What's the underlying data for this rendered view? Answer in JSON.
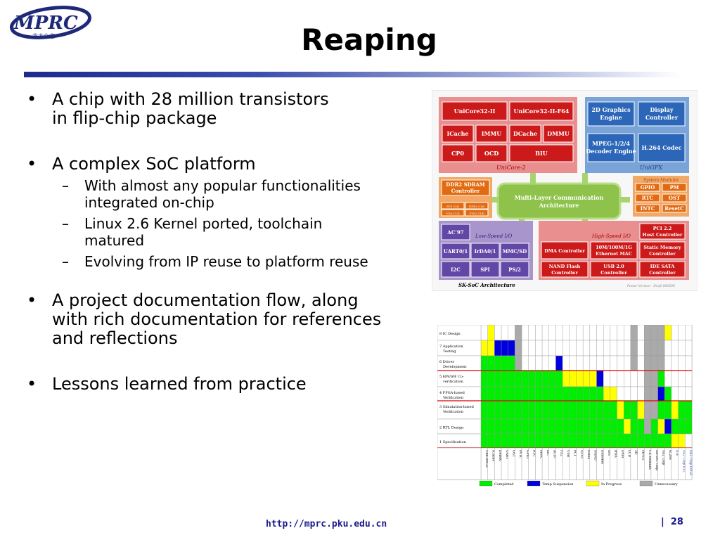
{
  "header": {
    "title": "Reaping",
    "logo_text": "MPRC",
    "logo_subtext": "北大众志"
  },
  "bullets": [
    {
      "text": "A chip with 28 million transistors",
      "text2": "in flip-chip package"
    },
    {
      "text": "A complex SoC platform",
      "subs": [
        {
          "text": "With almost any popular functionalities",
          "text2": "integrated on-chip"
        },
        {
          "text": "Linux 2.6 Kernel ported, toolchain",
          "text2": "matured"
        },
        {
          "text": "Evolving from IP reuse to platform reuse"
        }
      ]
    },
    {
      "text": "A project documentation flow, along",
      "text2": "with rich documentation for references",
      "text3": "and reflections"
    },
    {
      "text": "Lessons learned from practice"
    }
  ],
  "soc": {
    "unicore_label": "UniCore-2",
    "unicore_blocks": [
      "UniCore32-II",
      "UniCore32-II-F64",
      "ICache",
      "IMMU",
      "DCache",
      "DMMU",
      "CP0",
      "OCD",
      "BIU"
    ],
    "unigfx_label": "UniGFX",
    "unigfx_blocks": [
      "2D Graphics",
      "Engine",
      "Display",
      "Controller",
      "MPEG-1/2/4",
      "Decoder Engine",
      "H.264 Codec"
    ],
    "bus_line1": "Multi-Layer Communication",
    "bus_line2": "Architecture",
    "ddr_line1": "DDR2 SDRAM",
    "ddr_line2": "Controller",
    "ddr_small": [
      "SYS CLK",
      "DDR2 CLK",
      "VGA CLK",
      "SYS2 CLK"
    ],
    "sys_label": "System Modules",
    "sys_blocks": [
      "GPIO",
      "PM",
      "RTC",
      "OST",
      "INTC",
      "ResetC"
    ],
    "low_label": "Low-Speed I/O",
    "low_blocks": [
      "AC’97",
      "UART0/1",
      "IrDA0/1",
      "MMC/SD",
      "I2C",
      "SPI",
      "PS/2"
    ],
    "high_label": "High-Speed I/O",
    "high_blocks": [
      "PCI 2.2",
      "Host Controller",
      "DMA Controller",
      "10M/100M/1G",
      "Ethernet MAC",
      "Static Memory",
      "Controller",
      "NAND Flash",
      "Controller",
      "USB 2.0",
      "Controller",
      "IDE SATA",
      "Controller"
    ],
    "caption": "SK-SoC Architecture",
    "version": "Poster Version - Draft 080506"
  },
  "docflow": {
    "rows": [
      {
        "num": "8",
        "label": "IC Design"
      },
      {
        "num": "7",
        "label": "Application",
        "label2": "Testing"
      },
      {
        "num": "6",
        "label": "Driver",
        "label2": "Development"
      },
      {
        "num": "5",
        "label": "HW/SW Co-",
        "label2": "verification"
      },
      {
        "num": "4",
        "label": "FPGA-based",
        "label2": "Verification"
      },
      {
        "num": "3",
        "label": "Simulation-based",
        "label2": "Verification"
      },
      {
        "num": "2",
        "label": "RTL Design"
      },
      {
        "num": "1",
        "label": "Specification"
      }
    ],
    "columns": [
      "UniCore32",
      "ICache",
      "DMMU",
      "UART",
      "OST",
      "INTC",
      "GPIO",
      "RTC",
      "MMC",
      "I2C",
      "AC97",
      "PS2",
      "USB",
      "PCI",
      "SATA",
      "DDR2",
      "NAND",
      "Ethernet",
      "SPI",
      "IrDA",
      "DMA",
      "LCD",
      "2D",
      "MPEG",
      "CK Modules",
      "SK-SoC Chip",
      "SK2 Chip",
      "H.264",
      "IDE",
      "SK2 Chip RTL",
      "SK2 Chip FPGA"
    ],
    "legend": [
      {
        "label": "Completed",
        "color": "#00ee00"
      },
      {
        "label": "Temp Suspension",
        "color": "#0000dd"
      },
      {
        "label": "In Progress",
        "color": "#ffff00"
      },
      {
        "label": "Unnecessary",
        "color": "#aaaaaa"
      }
    ]
  },
  "footer": {
    "url": "http://mprc.pku.edu.cn",
    "page_sep": "|",
    "page": "28"
  }
}
